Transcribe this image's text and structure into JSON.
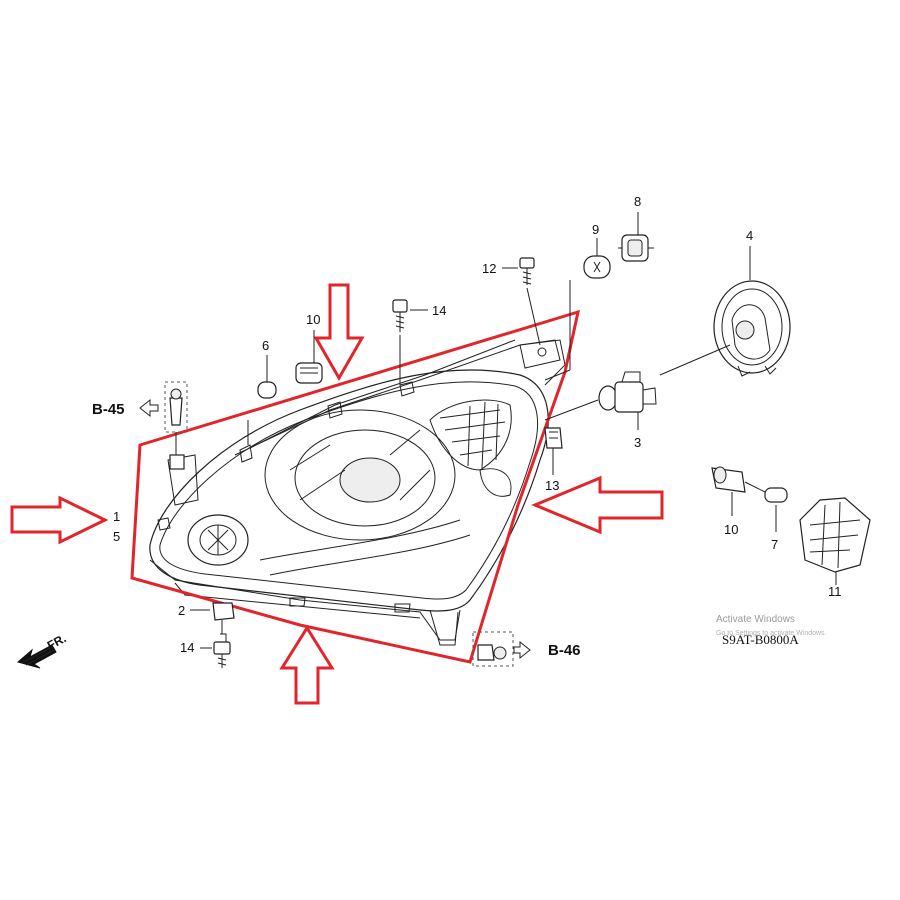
{
  "callouts": {
    "c1": "1",
    "c5": "5",
    "c2": "2",
    "c3": "3",
    "c4": "4",
    "c6": "6",
    "c7": "7",
    "c8": "8",
    "c9": "9",
    "c10a": "10",
    "c10b": "10",
    "c11": "11",
    "c12": "12",
    "c13": "13",
    "c14a": "14",
    "c14b": "14"
  },
  "references": {
    "b45": "B-45",
    "b46": "B-46",
    "fr": "FR."
  },
  "diagram_code": "S9AT-B0800A",
  "watermark": {
    "line1": "Activate Windows",
    "line2": "Go to Settings to activate Windows."
  },
  "colors": {
    "highlight": "#e0262b",
    "line": "#222222"
  }
}
